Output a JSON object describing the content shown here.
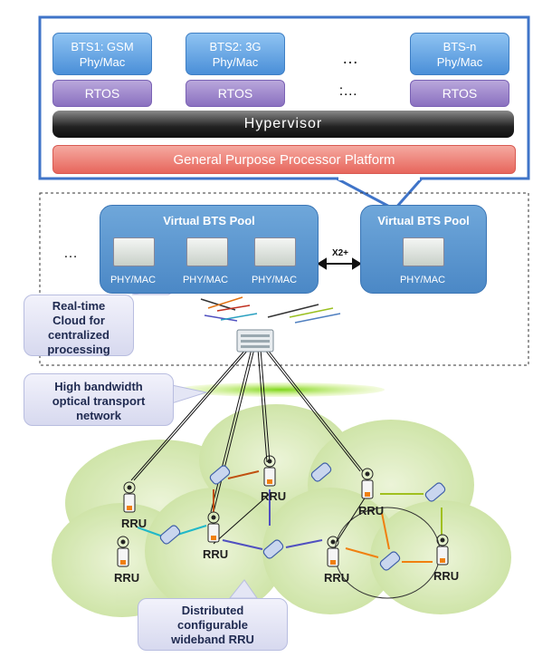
{
  "stack": {
    "bts": [
      "BTS1: GSM\nPhy/Mac",
      "BTS2: 3G\nPhy/Mac",
      "BTS-n\nPhy/Mac"
    ],
    "rtos": [
      "RTOS",
      "RTOS",
      "RTOS"
    ],
    "ellipsis_top": "…",
    "ellipsis_mid": ":…",
    "hypervisor": "Hypervisor",
    "gpp": "General Purpose Processor Platform"
  },
  "cloud": {
    "pool_title": "Virtual BTS Pool",
    "phy_mac": "PHY/MAC",
    "x2_label": "X2+",
    "dots": "…"
  },
  "callouts": {
    "realtime": "Real-time\nCloud for\ncentralized\nprocessing",
    "optical": "High bandwidth\noptical transport\nnetwork",
    "rru": "Distributed\nconfigurable\nwideband RRU"
  },
  "rru_label": "RRU",
  "colors": {
    "cell_fill": "#cfe5a6",
    "bts_blue": "#5a9ae0",
    "rtos_purple": "#9a84cc",
    "gpp_red": "#eb7b72",
    "frame_blue": "#3f74c8"
  }
}
